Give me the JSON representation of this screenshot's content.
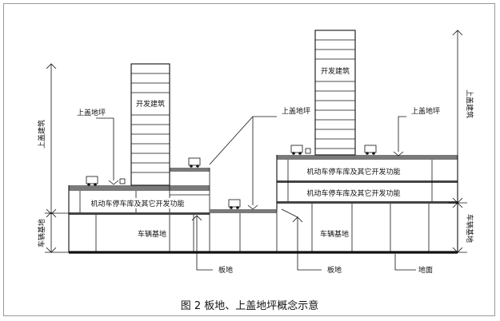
{
  "caption": "图 2 板地、上盖地坪概念示意",
  "labels": {
    "dev_building": "开发建筑",
    "deck_floor": "上盖地坪",
    "parking_functions": "机动车停车库及其它开发功能",
    "vehicle_base": "车辆基地",
    "slab_ground": "板地",
    "ground": "地面",
    "dim_upper": "上盖建筑",
    "dim_base": "车辆基地"
  }
}
